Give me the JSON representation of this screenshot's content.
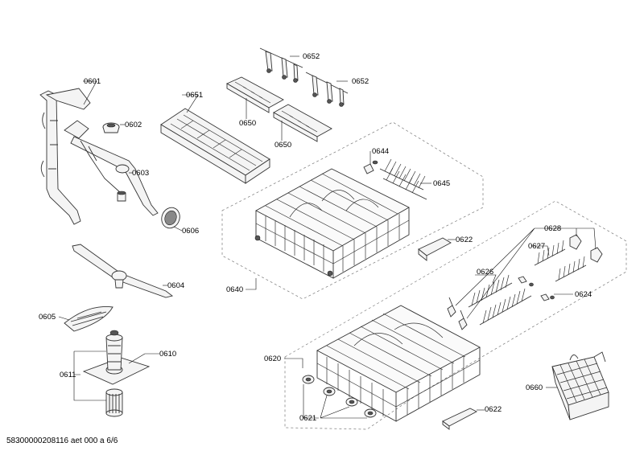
{
  "labels": {
    "p0601": "0601",
    "p0602": "0602",
    "p0603": "0603",
    "p0604": "0604",
    "p0605": "0605",
    "p0606": "0606",
    "p0610": "0610",
    "p0611": "0611",
    "p0620": "0620",
    "p0621": "0621",
    "p0622a": "0622",
    "p0622b": "0622",
    "p0624": "0624",
    "p0626": "0626",
    "p0627": "0627",
    "p0628": "0628",
    "p0640": "0640",
    "p0644": "0644",
    "p0645": "0645",
    "p0650a": "0650",
    "p0650b": "0650",
    "p0651": "0651",
    "p0652a": "0652",
    "p0652b": "0652",
    "p0660": "0660"
  },
  "footer": "58300000208116 aet 000 a 6/6"
}
